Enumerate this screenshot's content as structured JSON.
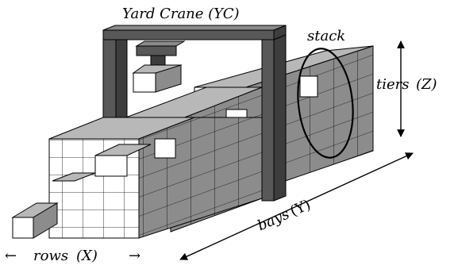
{
  "labels": {
    "crane": "Yard Crane (YC)",
    "stack": "stack",
    "tiers": "tiers",
    "tiers_axis": "(Z)",
    "bays": "bays",
    "bays_axis": "(Y)",
    "rows": "rows",
    "rows_axis": "(X)",
    "arrow_left": "←",
    "arrow_right": "→"
  },
  "colors": {
    "crane_front": "#585858",
    "crane_dark": "#3d3d3d",
    "crane_top": "#8a8a8a",
    "box_front": "#ffffff",
    "box_side": "#909090",
    "box_top": "#b8b8b8",
    "line": "#000000"
  }
}
